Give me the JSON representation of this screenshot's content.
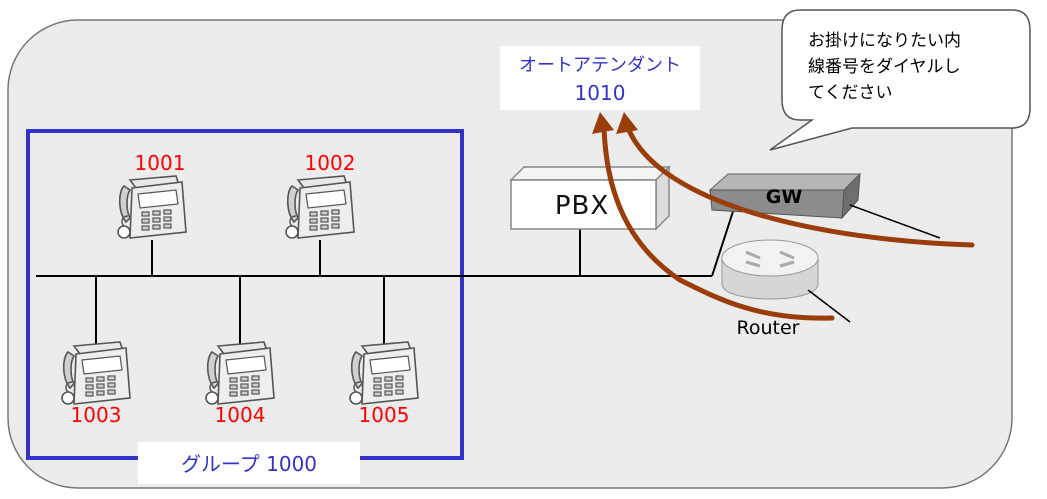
{
  "autoAttendant": {
    "line1": "オートアテンダント",
    "line2": "1010"
  },
  "speech": {
    "line1": "お掛けになりたい内",
    "line2": "線番号をダイヤルし",
    "line3": "てください"
  },
  "pbx": {
    "label": "PBX"
  },
  "gateway": {
    "label": "GW"
  },
  "router": {
    "label": "Router"
  },
  "group": {
    "label": "グループ  1000"
  },
  "phones": [
    {
      "ext": "1001"
    },
    {
      "ext": "1002"
    },
    {
      "ext": "1003"
    },
    {
      "ext": "1004"
    },
    {
      "ext": "1005"
    }
  ],
  "colors": {
    "networkArea": "#ececec",
    "groupBorder": "#3333cc",
    "groupText": "#3333cc",
    "attendantText": "#3333cc",
    "extText": "#ff0000",
    "callArrow": "#9a3d0a"
  },
  "icons": {
    "phone": "desk-phone-icon",
    "pbx": "pbx-server-icon",
    "gateway": "gateway-device-icon",
    "router": "router-icon"
  }
}
